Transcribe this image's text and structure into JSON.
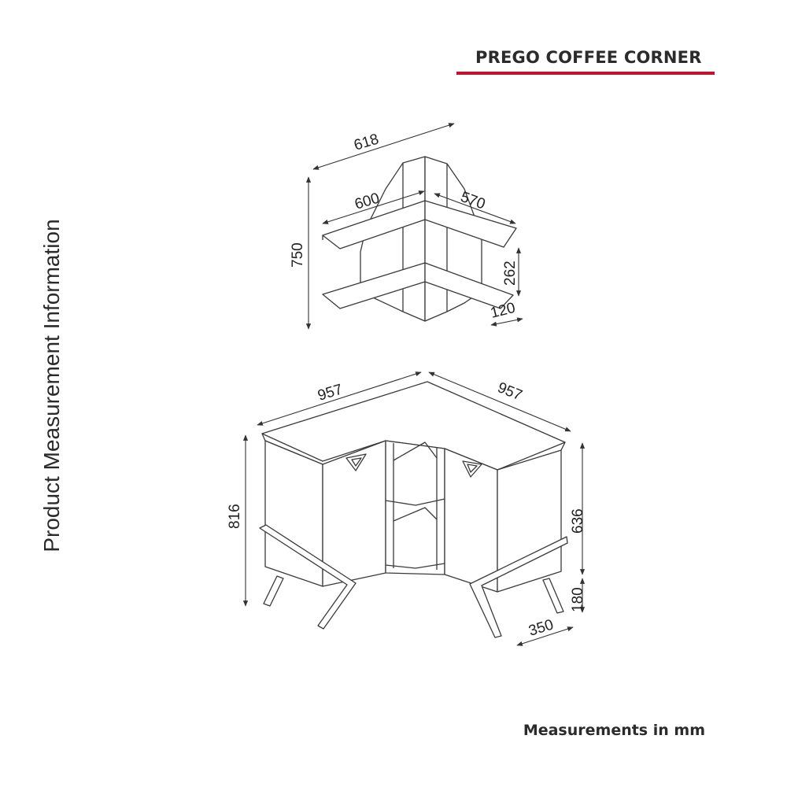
{
  "header": {
    "title": "PREGO COFFEE CORNER",
    "accent_color": "#c8102e"
  },
  "side_label": "Product Measurement Information",
  "footer": {
    "note": "Measurements in mm"
  },
  "shelf_unit": {
    "dimensions": {
      "total_width": "618",
      "left_shelf": "600",
      "right_shelf": "570",
      "height": "750",
      "shelf_spacing": "262",
      "shelf_depth": "120"
    }
  },
  "cabinet": {
    "dimensions": {
      "left_width": "957",
      "right_width": "957",
      "total_height": "816",
      "body_height": "636",
      "leg_height": "180",
      "depth": "350"
    }
  }
}
